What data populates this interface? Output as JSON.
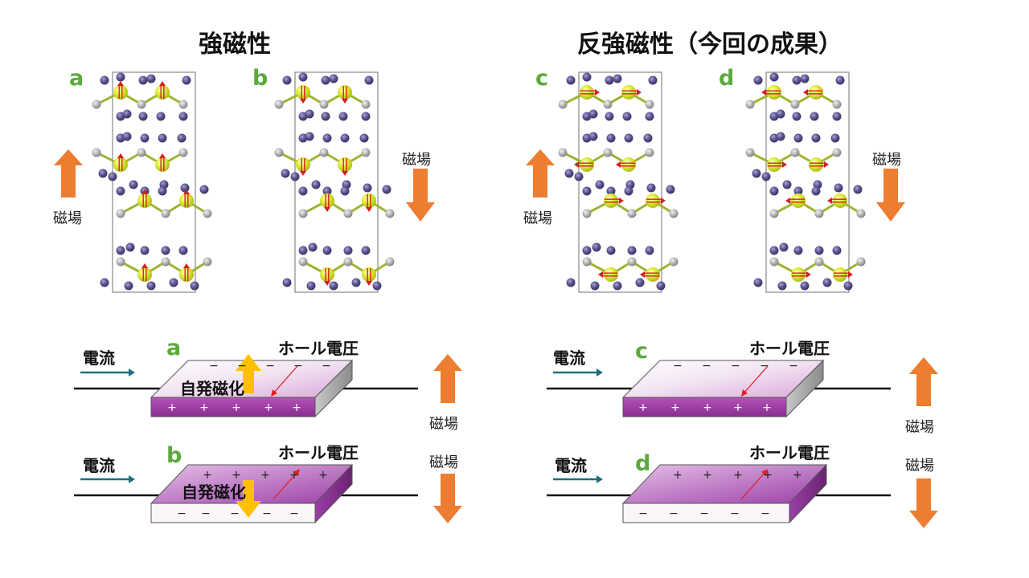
{
  "titles": {
    "ferro": "強磁性",
    "antiferro": "反強磁性（今回の成果）"
  },
  "panel_labels": [
    "a",
    "b",
    "c",
    "d"
  ],
  "labels": {
    "magnetic_field": "磁場",
    "current": "電流",
    "hall_voltage": "ホール電圧",
    "spontaneous_magnetization": "自発磁化"
  },
  "symbols": {
    "plus": "+",
    "minus": "−"
  },
  "colors": {
    "arrow_orange": "#ed7d31",
    "spin_arrow": "#d42020",
    "magnetic_atom": "#d4e61c",
    "bond": "#9cb432",
    "purple_atom": "#5b5590",
    "gray_atom": "#a8a8a8",
    "label_green": "#5aaa3c",
    "current_arrow": "#1f6f80",
    "magnetization_arrow": "#ffc000",
    "slab_top_dark": "#943c9e"
  },
  "panels": [
    {
      "id": "a",
      "spin_direction": "up",
      "field_direction": "up"
    },
    {
      "id": "b",
      "spin_direction": "down",
      "field_direction": "down"
    },
    {
      "id": "c",
      "spin_direction": "antiparallel-horizontal",
      "field_direction": "up"
    },
    {
      "id": "d",
      "spin_direction": "antiparallel-horizontal-reversed",
      "field_direction": "down"
    }
  ],
  "devices": [
    {
      "id": "a",
      "top_charge": "−",
      "front_charge": "+",
      "magnetization": "up"
    },
    {
      "id": "b",
      "top_charge": "+",
      "front_charge": "−",
      "magnetization": "down"
    },
    {
      "id": "c",
      "top_charge": "−",
      "front_charge": "+"
    },
    {
      "id": "d",
      "top_charge": "+",
      "front_charge": "−"
    }
  ]
}
